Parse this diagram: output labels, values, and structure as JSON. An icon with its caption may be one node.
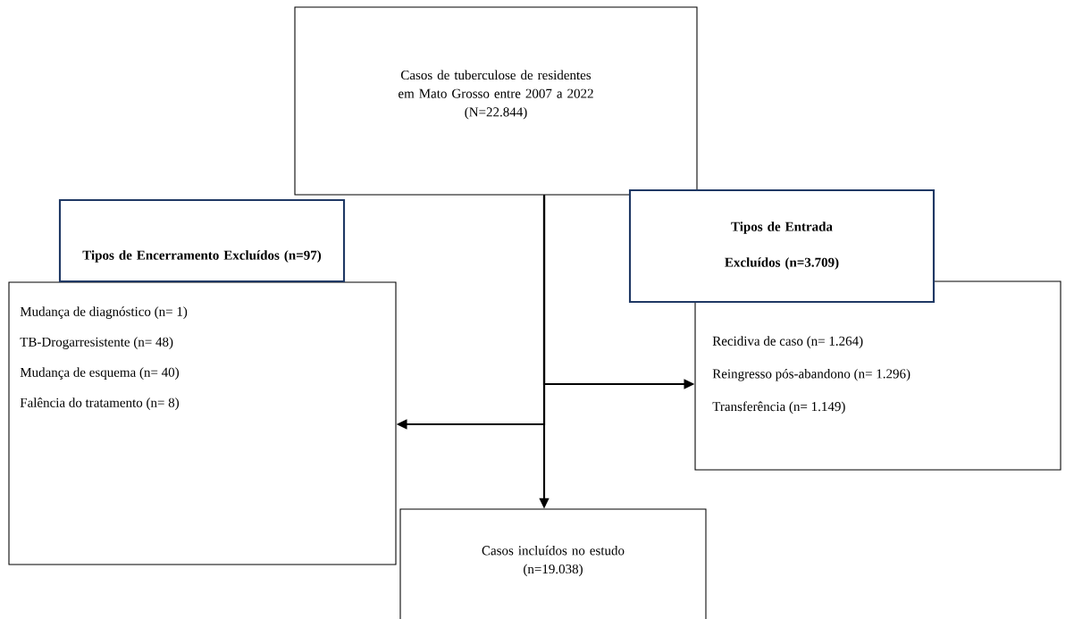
{
  "diagram": {
    "nodes": [
      {
        "text": [
          "Casos de tuberculose de residentes em Mato Grosso entre 2007 a 2022",
          "(N=22.844)"
        ]
      },
      {
        "text": [
          "Tipos de Encerramento Excluídos (n=97)"
        ]
      },
      {
        "text": [
          "Mudança de diagnóstico (n= 1)",
          "TB-Drogarresistente (n= 48)",
          "Mudança de esquema (n= 40)",
          "Falência do tratamento (n= 8)"
        ]
      },
      {
        "text": [
          "Tipos de Entrada Excluídos (n=3.709)"
        ]
      },
      {
        "text": [
          "Recidiva de caso (n= 1.264)",
          "Reingresso pós-abandono (n= 1.296)",
          "Transferência (n= 1.149)"
        ]
      },
      {
        "text": [
          "Casos incluídos no estudo",
          "(n=19.038)"
        ]
      }
    ],
    "edges": [
      {
        "from": 0,
        "to": 5,
        "arrow": "to"
      },
      {
        "from": 0,
        "to": 4,
        "arrow": "to"
      },
      {
        "from": 0,
        "to": 2,
        "arrow": "to"
      }
    ]
  }
}
